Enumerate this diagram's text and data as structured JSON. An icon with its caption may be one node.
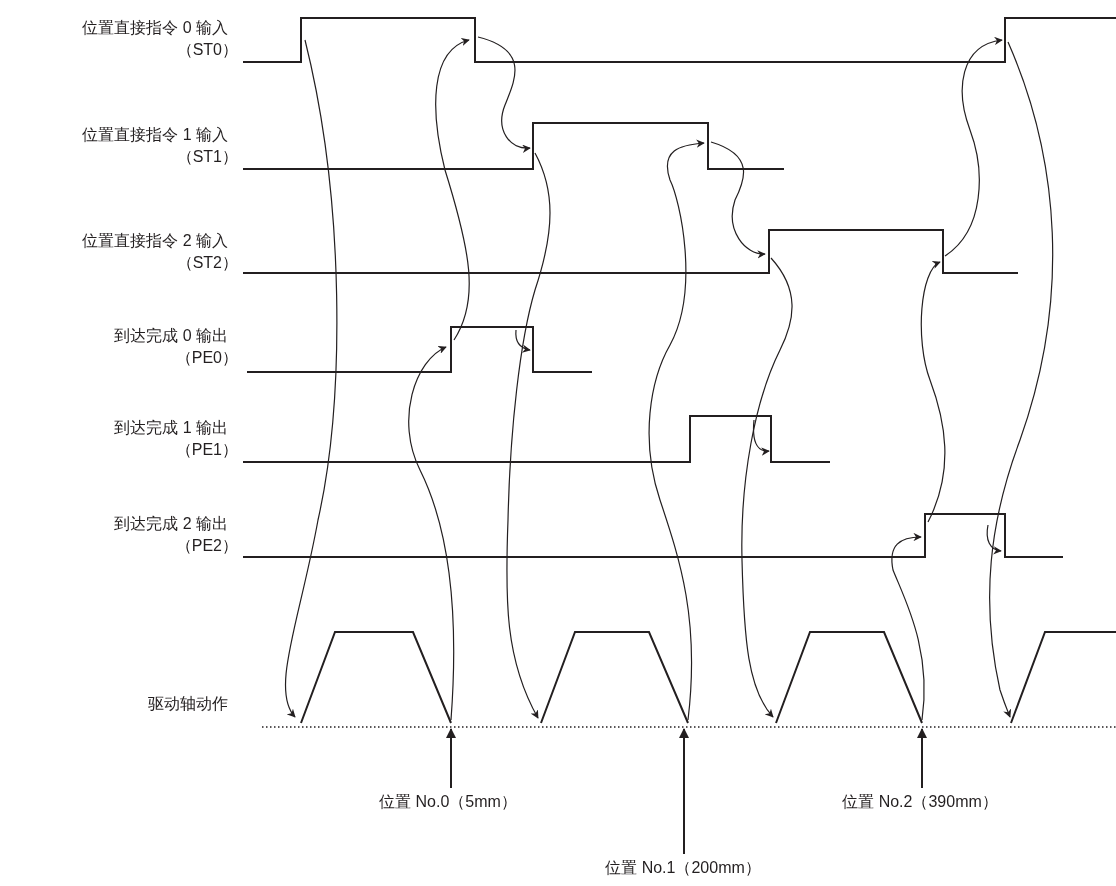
{
  "diagram": {
    "nodes": [
      {
        "text": [
          "位置 No.0（5mm）"
        ]
      },
      {
        "text": [
          "位置 No.2（390mm）"
        ]
      },
      {
        "text": [
          "位置 No.1（200mm）"
        ]
      },
      {
        "text": [],
        "shape": "waveform"
      }
    ],
    "edges": [
      {
        "from": 0,
        "to": 3,
        "arrow": "to"
      },
      {
        "from": 2,
        "to": 3,
        "arrow": "to"
      },
      {
        "from": 1,
        "to": 3,
        "arrow": "to"
      }
    ],
    "labels": [
      "位置直接指令 0 输入",
      "（ST0）",
      "位置直接指令 1 输入",
      "（ST1）",
      "位置直接指令 2 输入",
      "（ST2）",
      "到达完成 0 输出",
      "（PE0）",
      "到达完成 1 输出",
      "（PE1）",
      "到达完成 2 输出",
      "（PE2）",
      "驱动轴动作"
    ]
  }
}
